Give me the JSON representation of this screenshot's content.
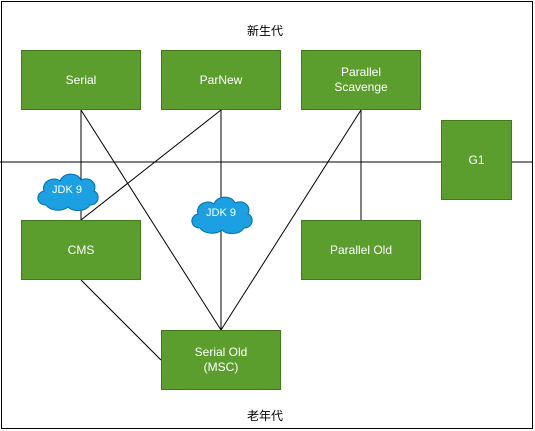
{
  "regions": {
    "young": "新生代",
    "old": "老年代"
  },
  "collectors": {
    "serial": "Serial",
    "parnew": "ParNew",
    "parallel_scavenge": "Parallel\nScavenge",
    "g1": "G1",
    "cms": "CMS",
    "parallel_old": "Parallel Old",
    "serial_old": "Serial Old\n(MSC)"
  },
  "clouds": {
    "left": "JDK 9",
    "middle": "JDK 9"
  },
  "colors": {
    "box_fill": "#5c9e2e",
    "box_border": "#3f7a1a",
    "cloud_fill": "#1ba1e2",
    "cloud_border": "#006eaf"
  }
}
